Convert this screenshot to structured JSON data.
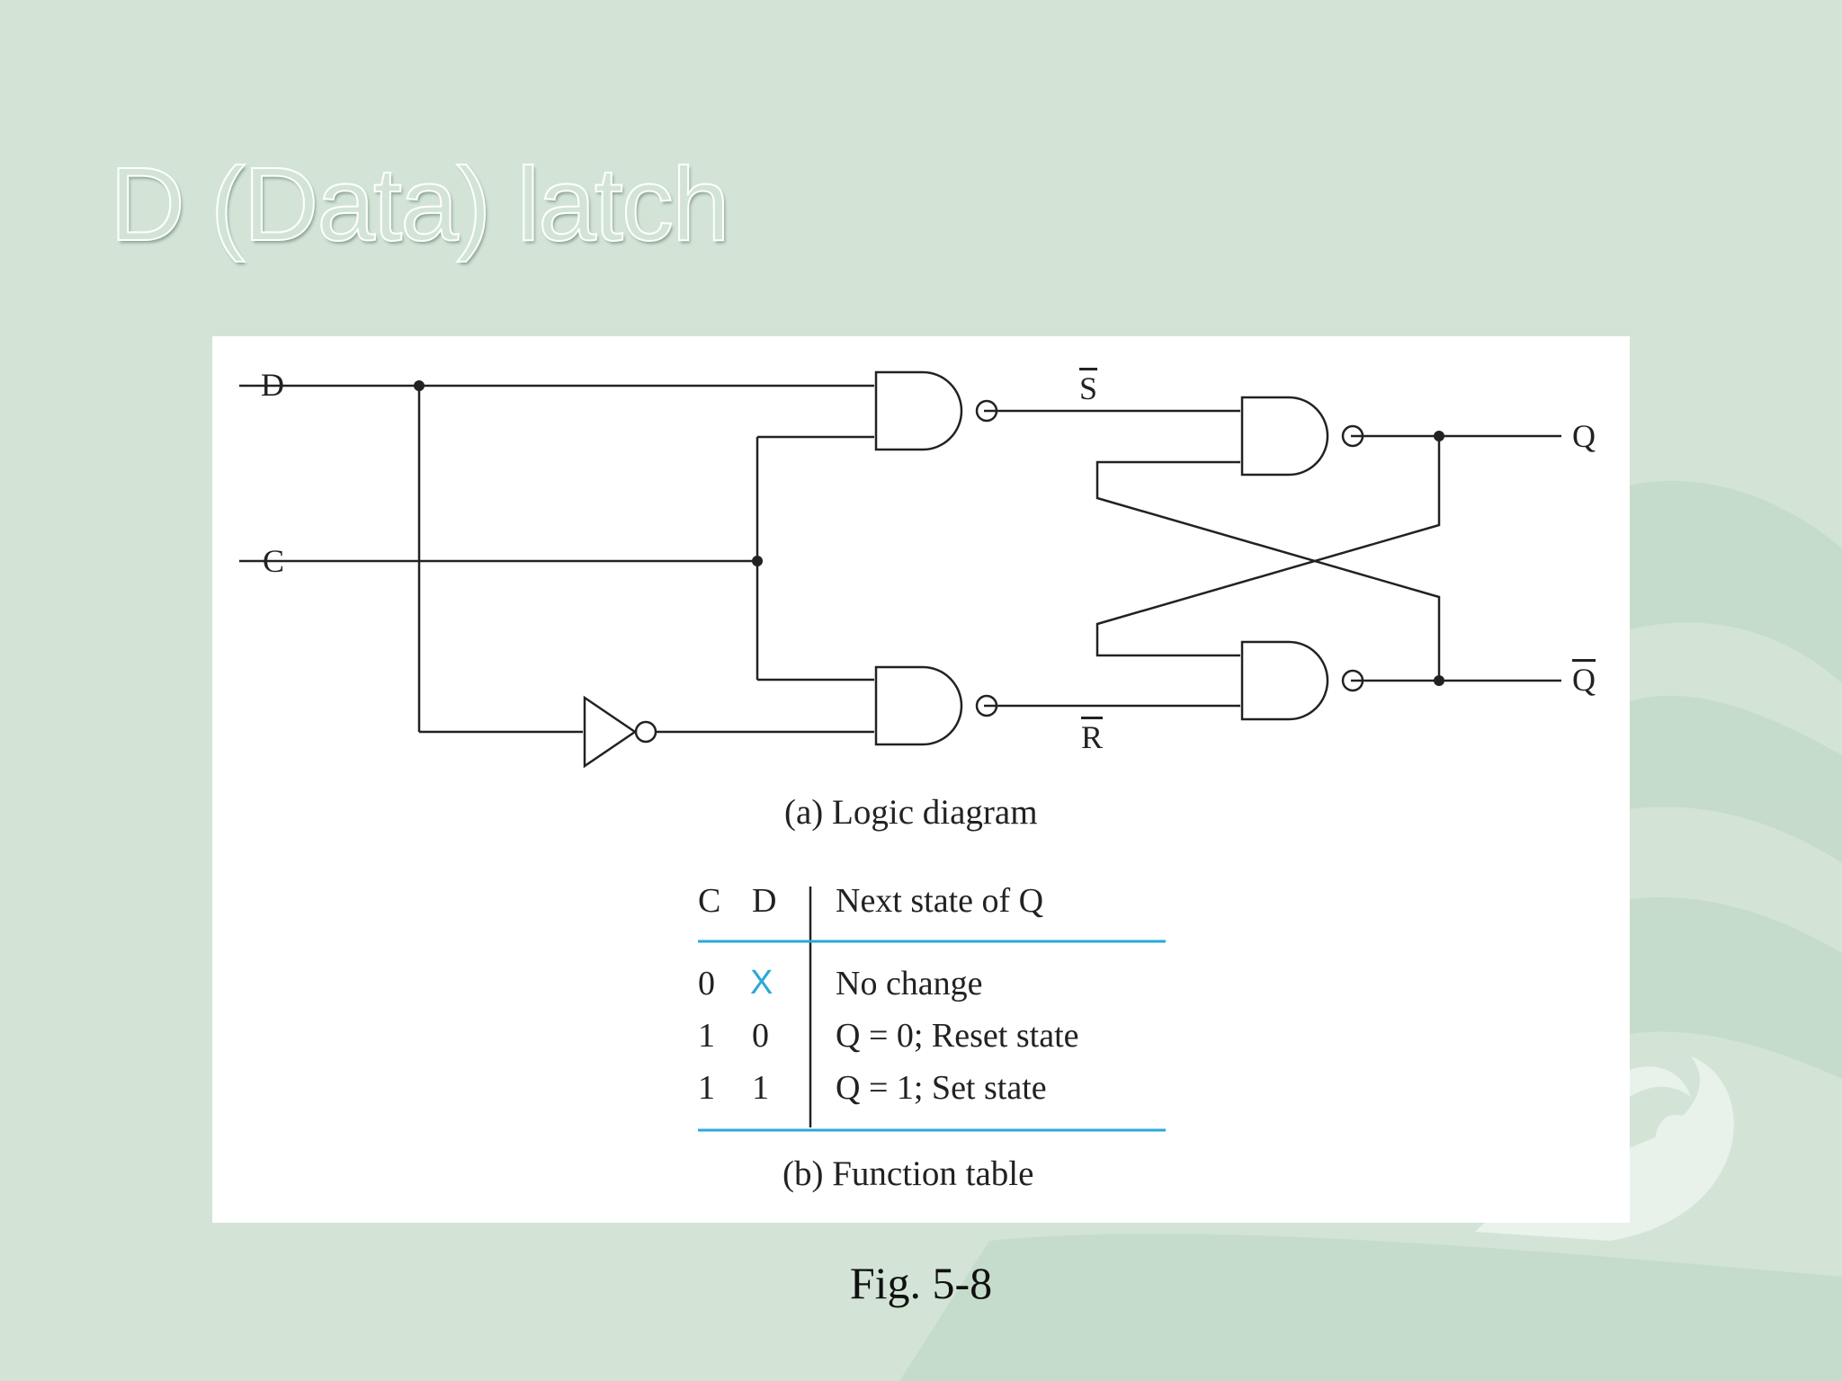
{
  "slide": {
    "title": "D (Data) latch",
    "figure_number": "Fig. 5-8"
  },
  "diagram": {
    "inputs": {
      "d": "D",
      "c": "C"
    },
    "signals": {
      "s_bar": "S",
      "r_bar": "R"
    },
    "outputs": {
      "q": "Q",
      "q_bar": "Q"
    },
    "caption": "(a) Logic diagram",
    "components": [
      "nand-gate",
      "nand-gate",
      "nand-gate",
      "nand-gate",
      "inverter"
    ]
  },
  "function_table": {
    "caption": "(b) Function table",
    "headers": {
      "c": "C",
      "d": "D",
      "next": "Next state of Q"
    },
    "rows": [
      {
        "c": "0",
        "d": "X",
        "next": "No change"
      },
      {
        "c": "1",
        "d": "0",
        "next": "Q = 0; Reset state"
      },
      {
        "c": "1",
        "d": "1",
        "next": "Q = 1; Set state"
      }
    ],
    "rule_color": "#29a9d8"
  },
  "colors": {
    "background": "#d3e4d7",
    "panel": "#ffffff",
    "wire": "#222222",
    "accent": "#29a9d8"
  }
}
